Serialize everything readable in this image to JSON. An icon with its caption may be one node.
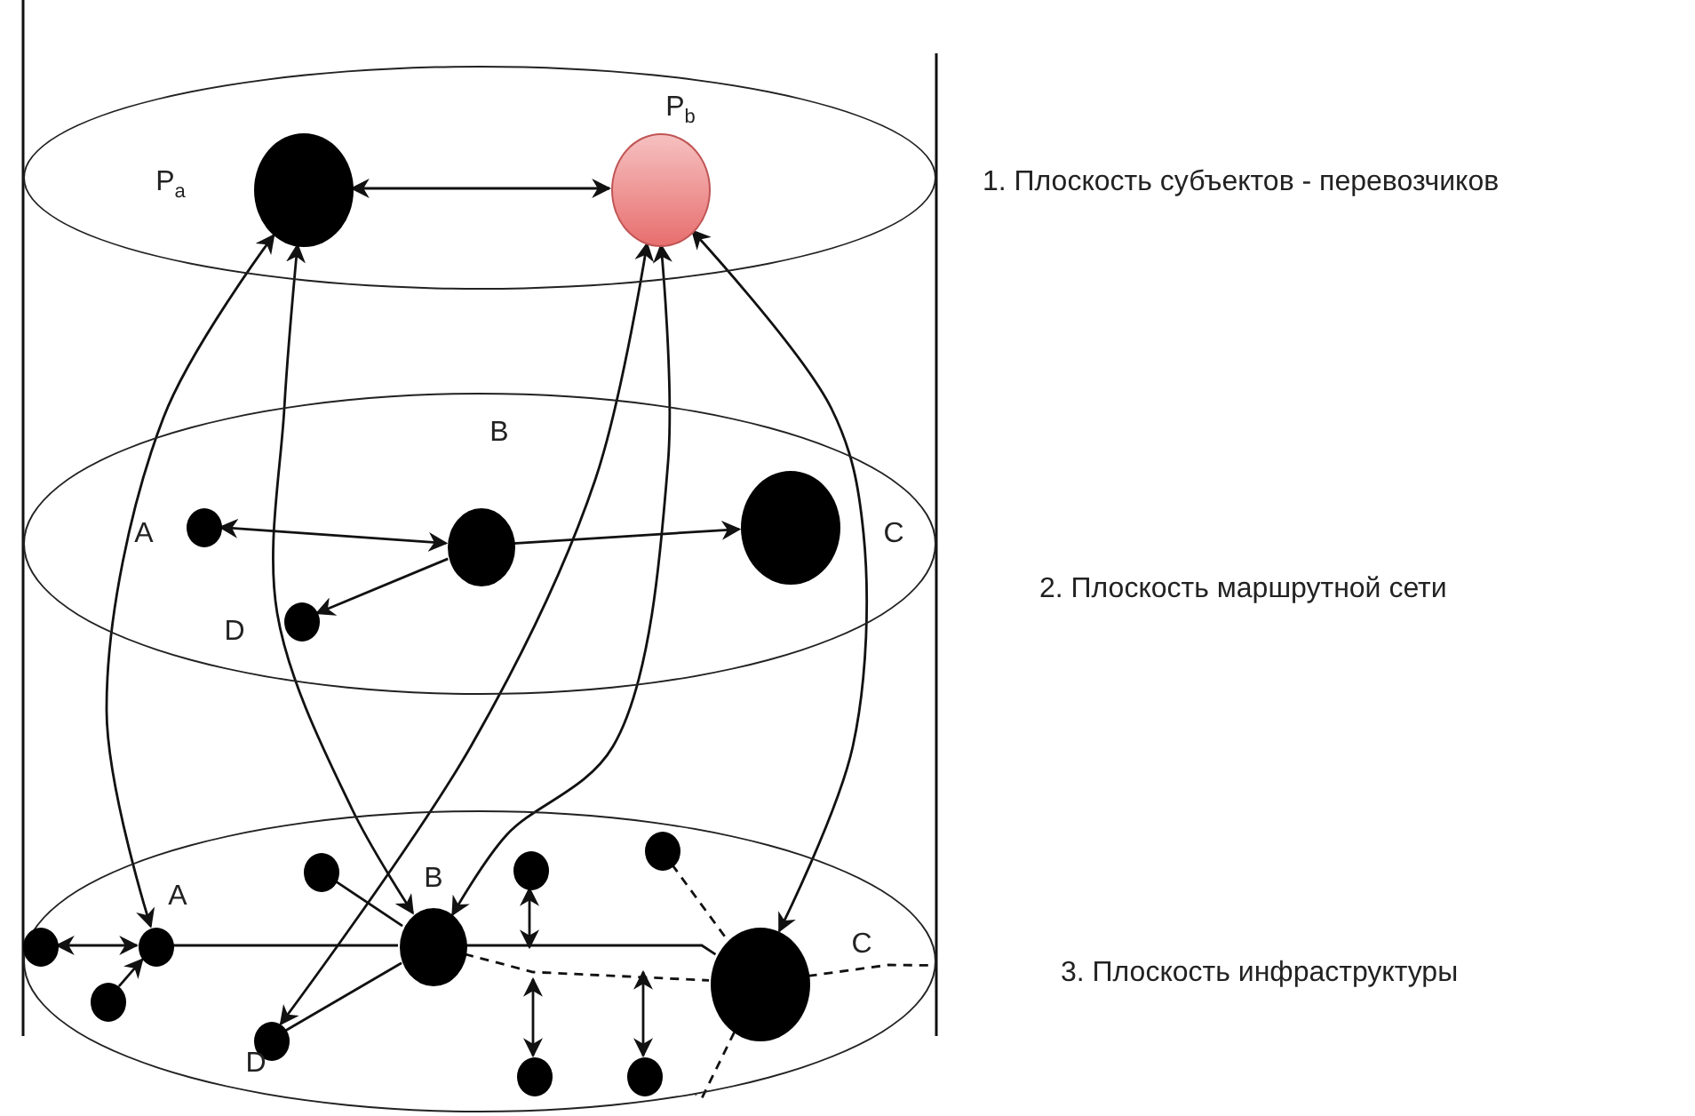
{
  "diagram": {
    "nodes": [
      {
        "text": [],
        "shape": "ellipse"
      },
      {
        "text": [],
        "shape": "circle",
        "in": 0,
        "beside": [
          "P$_{a}$"
        ]
      },
      {
        "text": [],
        "shape": "circle",
        "in": 0,
        "beside": [
          "P$_{b}$"
        ]
      },
      {
        "text": [],
        "shape": "ellipse"
      },
      {
        "text": [],
        "shape": "circle",
        "in": 3,
        "beside": [
          "A"
        ]
      },
      {
        "text": [],
        "shape": "circle",
        "in": 3,
        "beside": [
          "B"
        ]
      },
      {
        "text": [],
        "shape": "circle",
        "in": 3,
        "beside": [
          "C"
        ]
      },
      {
        "text": [],
        "shape": "circle",
        "in": 3,
        "beside": [
          "D"
        ]
      },
      {
        "text": [],
        "shape": "ellipse"
      },
      {
        "text": [],
        "shape": "circle",
        "in": 8
      },
      {
        "text": [],
        "shape": "circle",
        "in": 8
      },
      {
        "text": [],
        "shape": "circle",
        "in": 8
      },
      {
        "text": [],
        "shape": "circle",
        "in": 8
      },
      {
        "text": [],
        "shape": "circle",
        "in": 8,
        "beside": [
          "A"
        ]
      },
      {
        "text": [],
        "shape": "circle",
        "in": 8,
        "beside": [
          "B"
        ]
      },
      {
        "text": [],
        "shape": "circle",
        "in": 8,
        "beside": [
          "C"
        ]
      },
      {
        "text": [],
        "shape": "circle",
        "in": 8
      },
      {
        "text": [],
        "shape": "circle",
        "in": 8,
        "beside": [
          "D"
        ]
      },
      {
        "text": [],
        "shape": "circle",
        "in": 8
      },
      {
        "text": [],
        "shape": "circle",
        "in": 8
      }
    ],
    "edges": [
      {
        "from": 1,
        "to": 2,
        "arrow": "both"
      },
      {
        "from": 5,
        "to": 4,
        "arrow": "both"
      },
      {
        "from": 5,
        "to": 6,
        "arrow": "to"
      },
      {
        "from": 5,
        "to": 7,
        "arrow": "to"
      },
      {
        "from": 1,
        "to": 13,
        "arrow": "both"
      },
      {
        "from": 1,
        "to": 14,
        "arrow": "both"
      },
      {
        "from": 2,
        "to": 17,
        "arrow": "both"
      },
      {
        "from": 2,
        "to": 14,
        "arrow": "both"
      },
      {
        "from": 2,
        "to": 15,
        "arrow": "both"
      },
      {
        "from": 12,
        "to": 13,
        "arrow": "both"
      },
      {
        "from": 16,
        "to": 13,
        "arrow": "to"
      },
      {
        "from": 13,
        "to": 14,
        "arrow": "none"
      },
      {
        "from": 14,
        "to": 15,
        "arrow": "none"
      },
      {
        "from": 10,
        "to": 14,
        "arrow": "none"
      },
      {
        "from": 17,
        "to": 14,
        "arrow": "none"
      },
      {
        "from": null,
        "to": 11,
        "arrow": "both"
      },
      {
        "from": null,
        "to": 18,
        "arrow": "both"
      },
      {
        "from": null,
        "to": 19,
        "arrow": "both"
      },
      {
        "from": 9,
        "to": 15,
        "arrow": "none",
        "style": "dashed"
      },
      {
        "from": 14,
        "to": 15,
        "arrow": "none",
        "style": "dashed"
      },
      {
        "from": 15,
        "to": 8,
        "arrow": "none",
        "style": "dashed"
      },
      {
        "from": 15,
        "to": 8,
        "arrow": "none",
        "style": "dashed"
      }
    ],
    "labels": [
      "1. Плоскость субъектов - перевозчиков",
      "2. Плоскость маршрутной сети",
      "3. Плоскость инфраструктуры"
    ]
  }
}
